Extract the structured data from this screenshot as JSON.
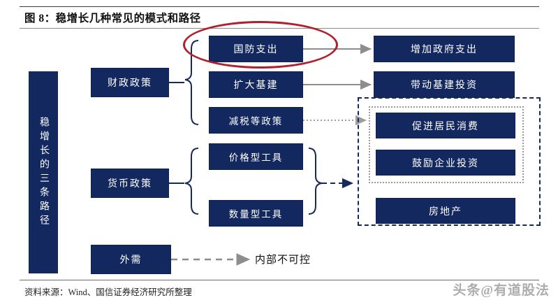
{
  "figure": {
    "title": "图 8：稳增长几种常见的模式和路径",
    "source": "资料来源：Wind、国信证券经济研究所整理",
    "watermark": "头条@有道股法"
  },
  "colors": {
    "node_fill": "#13285e",
    "node_text": "#ffffff",
    "highlight_ellipse": "#b0202c",
    "dashed_group_border": "#16295c",
    "dotted_group_border": "#9a9a9a",
    "connector_gray": "#8d8d8d",
    "connector_navy": "#16295c"
  },
  "spine": {
    "label": "稳增长的三条路径"
  },
  "columns": {
    "policy": [
      {
        "id": "fiscal",
        "label": "财政政策"
      },
      {
        "id": "monetary",
        "label": "货币政策"
      },
      {
        "id": "external",
        "label": "外需"
      }
    ],
    "instruments": [
      {
        "id": "defense",
        "label": "国防支出",
        "highlighted": true
      },
      {
        "id": "infra",
        "label": "扩大基建",
        "highlighted": false
      },
      {
        "id": "taxcut",
        "label": "减税等政策",
        "highlighted": false
      },
      {
        "id": "price-tool",
        "label": "价格型工具",
        "highlighted": false
      },
      {
        "id": "quantity-tool",
        "label": "数量型工具",
        "highlighted": false
      }
    ],
    "outcomes": [
      {
        "id": "gov-spending",
        "label": "增加政府支出"
      },
      {
        "id": "infra-invest",
        "label": "带动基建投资"
      },
      {
        "id": "consumption",
        "label": "促进居民消费"
      },
      {
        "id": "corp-invest",
        "label": "鼓励企业投资"
      },
      {
        "id": "real-estate",
        "label": "房地产"
      }
    ]
  },
  "annotations": {
    "external_note": "内部不可控"
  }
}
